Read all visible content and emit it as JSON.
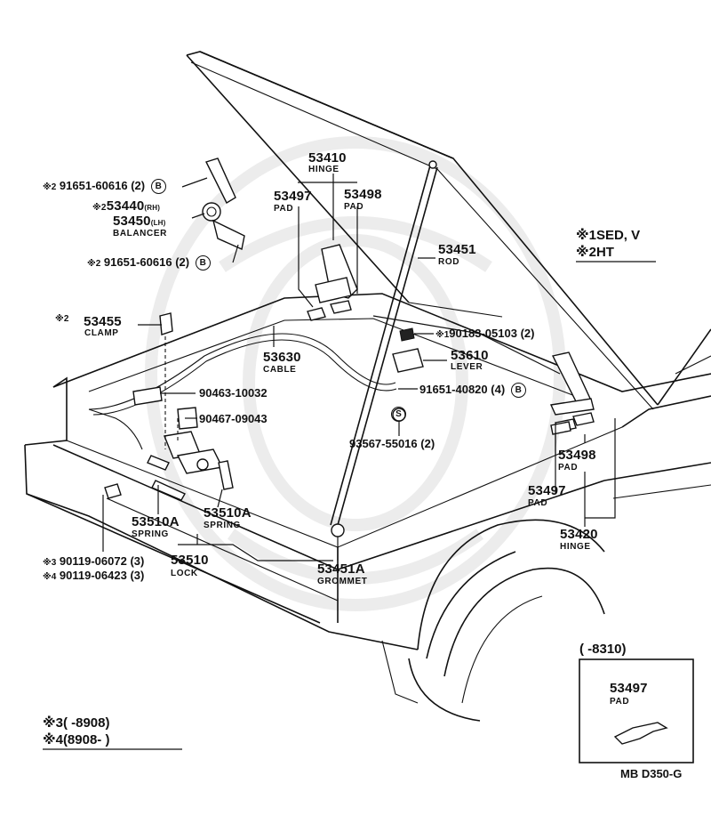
{
  "notes_top": {
    "line1_mark": "※1",
    "line1_text": "SED, V",
    "line2_mark": "※2",
    "line2_text": "HT"
  },
  "notes_bottom": {
    "line1_mark": "※3",
    "line1_text": "(        -8908)",
    "line2_mark": "※4",
    "line2_text": "(8908-        )"
  },
  "inset": {
    "range": "(        -8310)",
    "part_number": "53497",
    "part_name": "PAD"
  },
  "diagram_code": "MB D350-G",
  "parts": {
    "p53410": {
      "number": "53410",
      "name": "HINGE"
    },
    "p53497_top": {
      "number": "53497",
      "name": "PAD"
    },
    "p53498_top": {
      "number": "53498",
      "name": "PAD"
    },
    "p53451": {
      "number": "53451",
      "name": "ROD"
    },
    "p53440": {
      "mark": "※2",
      "number": "53440",
      "suffix": "(RH)"
    },
    "p53450": {
      "number": "53450",
      "suffix": "(LH)",
      "name": "BALANCER"
    },
    "bolt_upper": {
      "mark": "※2",
      "number": "91651-60616",
      "qty": "(2)",
      "circle": "B"
    },
    "bolt_lower": {
      "mark": "※2",
      "number": "91651-60616",
      "qty": "(2)",
      "circle": "B"
    },
    "p53455": {
      "mark": "※2",
      "number": "53455",
      "name": "CLAMP"
    },
    "p53630": {
      "number": "53630",
      "name": "CABLE"
    },
    "p190183": {
      "mark": "※1",
      "number": "90183-05103",
      "qty": "(2)"
    },
    "p53610": {
      "number": "53610",
      "name": "LEVER"
    },
    "p91651_40820": {
      "number": "91651-40820",
      "qty": "(4)",
      "circle": "B"
    },
    "p90463": {
      "number": "90463-10032"
    },
    "p90467": {
      "number": "90467-09043"
    },
    "p93567": {
      "number": "93567-55016",
      "qty": "(2)",
      "circle": "S"
    },
    "p53498_right": {
      "number": "53498",
      "name": "PAD"
    },
    "p53497_right": {
      "number": "53497",
      "name": "PAD"
    },
    "p53420": {
      "number": "53420",
      "name": "HINGE"
    },
    "spring_left": {
      "number": "53510A",
      "name": "SPRING"
    },
    "spring_right": {
      "number": "53510A",
      "name": "SPRING"
    },
    "p53510": {
      "number": "53510",
      "name": "LOCK"
    },
    "screw3": {
      "mark": "※3",
      "number": "90119-06072",
      "qty": "(3)"
    },
    "screw4": {
      "mark": "※4",
      "number": "90119-06423",
      "qty": "(3)"
    },
    "p53451A": {
      "number": "53451A",
      "name": "GROMMET"
    }
  }
}
